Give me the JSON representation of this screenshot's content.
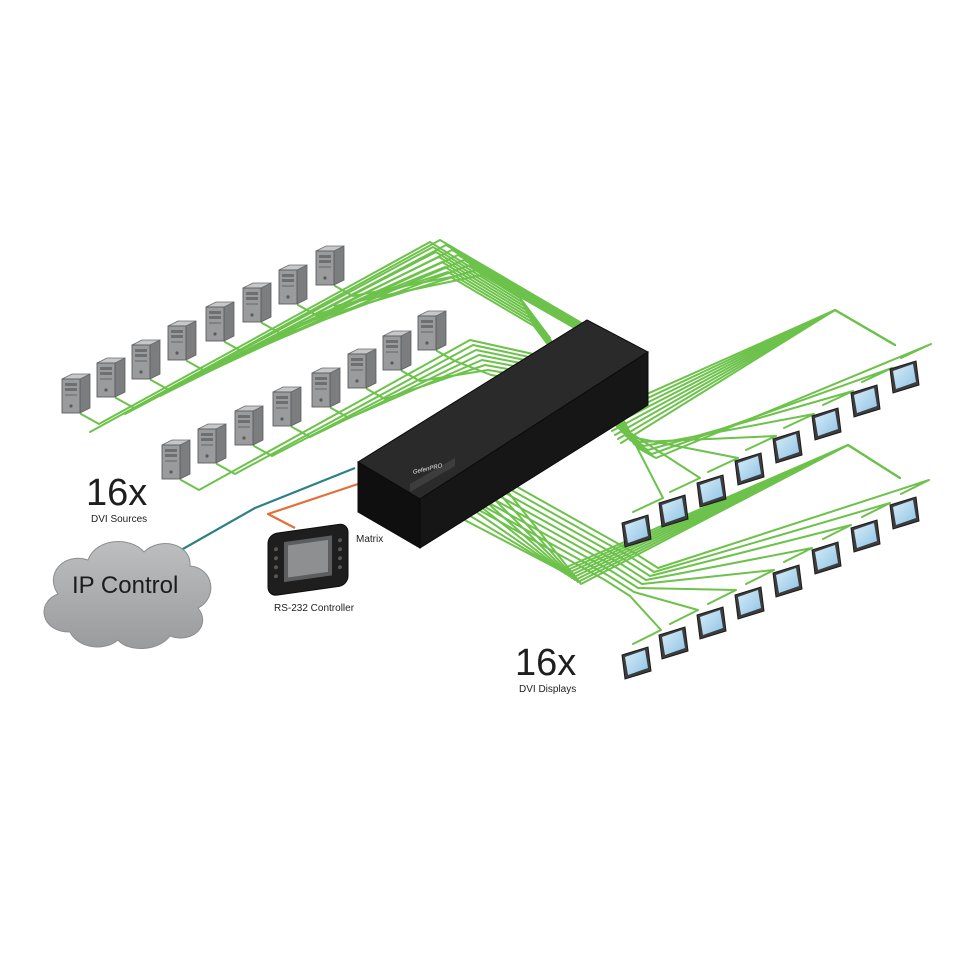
{
  "labels": {
    "sources_count": "16x",
    "sources_caption": "DVI Sources",
    "displays_count": "16x",
    "displays_caption": "DVI Displays",
    "matrix": "Matrix",
    "ip_control": "IP Control",
    "controller": "RS-232 Controller",
    "brand": "GefenPRO"
  },
  "colors": {
    "cable_green": "#6cc24a",
    "cable_teal": "#2e7f86",
    "cable_orange": "#e0703a",
    "matrix_body": "#161616",
    "cloud": "#a9aaac",
    "tower": "#9a9b9d",
    "screen": "#a9d3ee"
  },
  "icons": {
    "source": "computer-tower-icon",
    "display": "flat-panel-display-icon",
    "matrix": "matrix-switcher-icon",
    "cloud": "cloud-icon",
    "controller": "touch-panel-controller-icon"
  }
}
